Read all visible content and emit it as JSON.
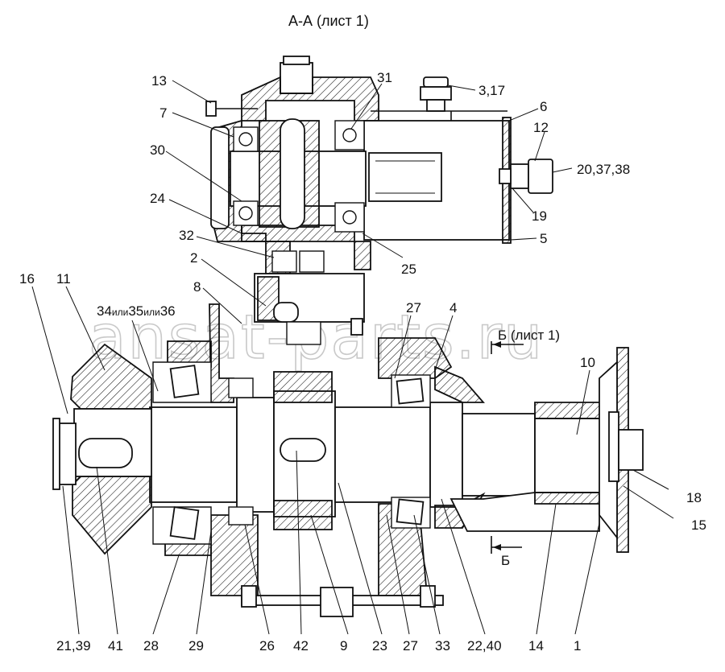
{
  "title": "А-А (лист 1)",
  "watermark": "ansat-parts.ru",
  "corner_mark": "",
  "section_marks": {
    "top": "Б (лист 1)",
    "bottom": "Б"
  },
  "callouts": {
    "c13": "13",
    "c31": "31",
    "c3_17": "3,17",
    "c7": "7",
    "c6": "6",
    "c12": "12",
    "c30": "30",
    "c20_37_38": "20,37,38",
    "c19": "19",
    "c24": "24",
    "c5": "5",
    "c32": "32",
    "c25": "25",
    "c2": "2",
    "c16": "16",
    "c11": "11",
    "c8": "8",
    "c27_top": "27",
    "c4": "4",
    "c34_35_36": {
      "a": "34",
      "or1": "или",
      "b": "35",
      "or2": "или",
      "c": "36"
    },
    "c10": "10",
    "c18": "18",
    "c15": "15",
    "c21_39": "21,39",
    "c41": "41",
    "c28": "28",
    "c29": "29",
    "c26": "26",
    "c42": "42",
    "c9": "9",
    "c23": "23",
    "c27_bot": "27",
    "c33": "33",
    "c22_40": "22,40",
    "c14": "14",
    "c1": "1"
  }
}
